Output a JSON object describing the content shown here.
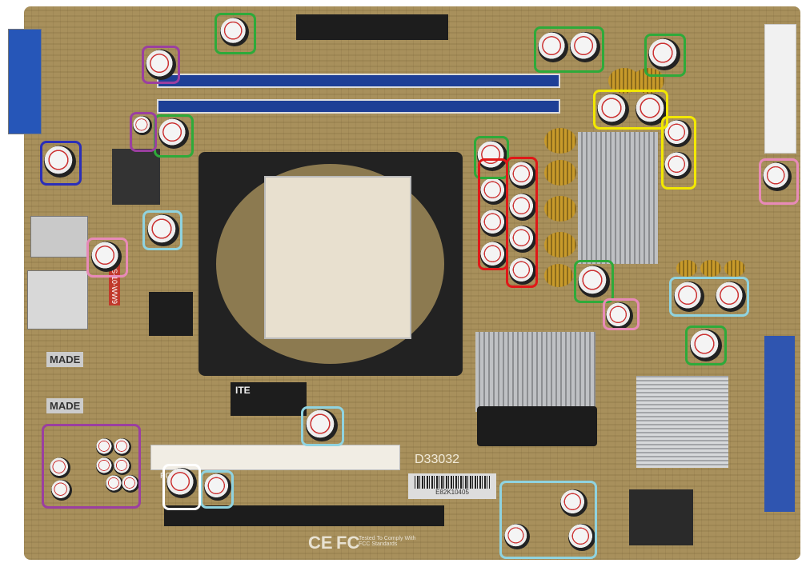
{
  "labels": {
    "audio_port_1": "MADE",
    "audio_port_2": "MADE",
    "ite_chip": "ITE",
    "board_code": "D33032",
    "pci_slot": "PCI1",
    "ce_mark": "CE",
    "fcc_mark": "FC",
    "fcc_text": "Tested To Comply With FCC Standards",
    "lan_label": "PS-10-WW9",
    "barcode_number": "E82K10405"
  },
  "highlight_colors": {
    "green": "#2eaa3a",
    "purple": "#9b3fa0",
    "blue": "#2b2fb8",
    "light_blue": "#8fd3e0",
    "pink": "#e88ab8",
    "red": "#e01818",
    "yellow": "#f2e800",
    "white": "#ffffff"
  }
}
